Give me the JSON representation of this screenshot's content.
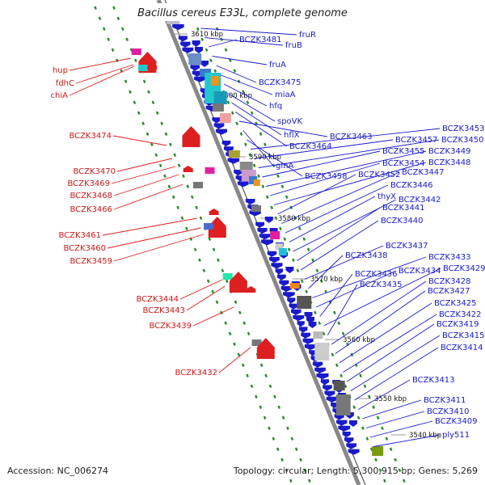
{
  "header": {
    "title": "Bacillus cereus E33L, complete genome"
  },
  "footer": {
    "accession": "Accession: NC_006274",
    "summary": "Topology: circular; Length: 5,300,915 bp; Genes: 5,269"
  },
  "colors": {
    "forward": "#1a1acc",
    "reverse": "#dd1f1f",
    "backbone": "#888888",
    "dots": "#2a8a2a"
  },
  "map": {
    "ticks": [
      "3610 kbp",
      "3600 kbp",
      "3590 kbp",
      "3580 kbp",
      "3570 kbp",
      "3560 kbp",
      "3550 kbp",
      "3540 kbp"
    ],
    "forward_labels": [
      "fruR",
      "fruB",
      "BCZK3481",
      "fruA",
      "BCZK3475",
      "miaA",
      "hfq",
      "spoVK",
      "hflX",
      "BCZK3464",
      "BCZK3463",
      "glnA",
      "BCZK3458",
      "BCZK3453",
      "BCZK3457",
      "BCZK3450",
      "BCZK3455",
      "BCZK3449",
      "BCZK3454",
      "BCZK3448",
      "BCZK3452",
      "BCZK3447",
      "BCZK3446",
      "thyX",
      "BCZK3442",
      "BCZK3441",
      "BCZK3440",
      "BCZK3437",
      "BCZK3438",
      "BCZK3433",
      "BCZK3434",
      "BCZK3436",
      "BCZK3429",
      "BCZK3435",
      "BCZK3428",
      "BCZK3427",
      "BCZK3425",
      "BCZK3422",
      "BCZK3419",
      "BCZK3415",
      "BCZK3414",
      "BCZK3413",
      "BCZK3411",
      "BCZK3410",
      "BCZK3409",
      "ply511"
    ],
    "reverse_labels": [
      "hup",
      "fdhC",
      "chiA",
      "BCZK3474",
      "BCZK3470",
      "BCZK3469",
      "BCZK3468",
      "BCZK3466",
      "BCZK3461",
      "BCZK3460",
      "BCZK3459",
      "BCZK3444",
      "BCZK3443",
      "BCZK3439",
      "BCZK3432"
    ]
  }
}
